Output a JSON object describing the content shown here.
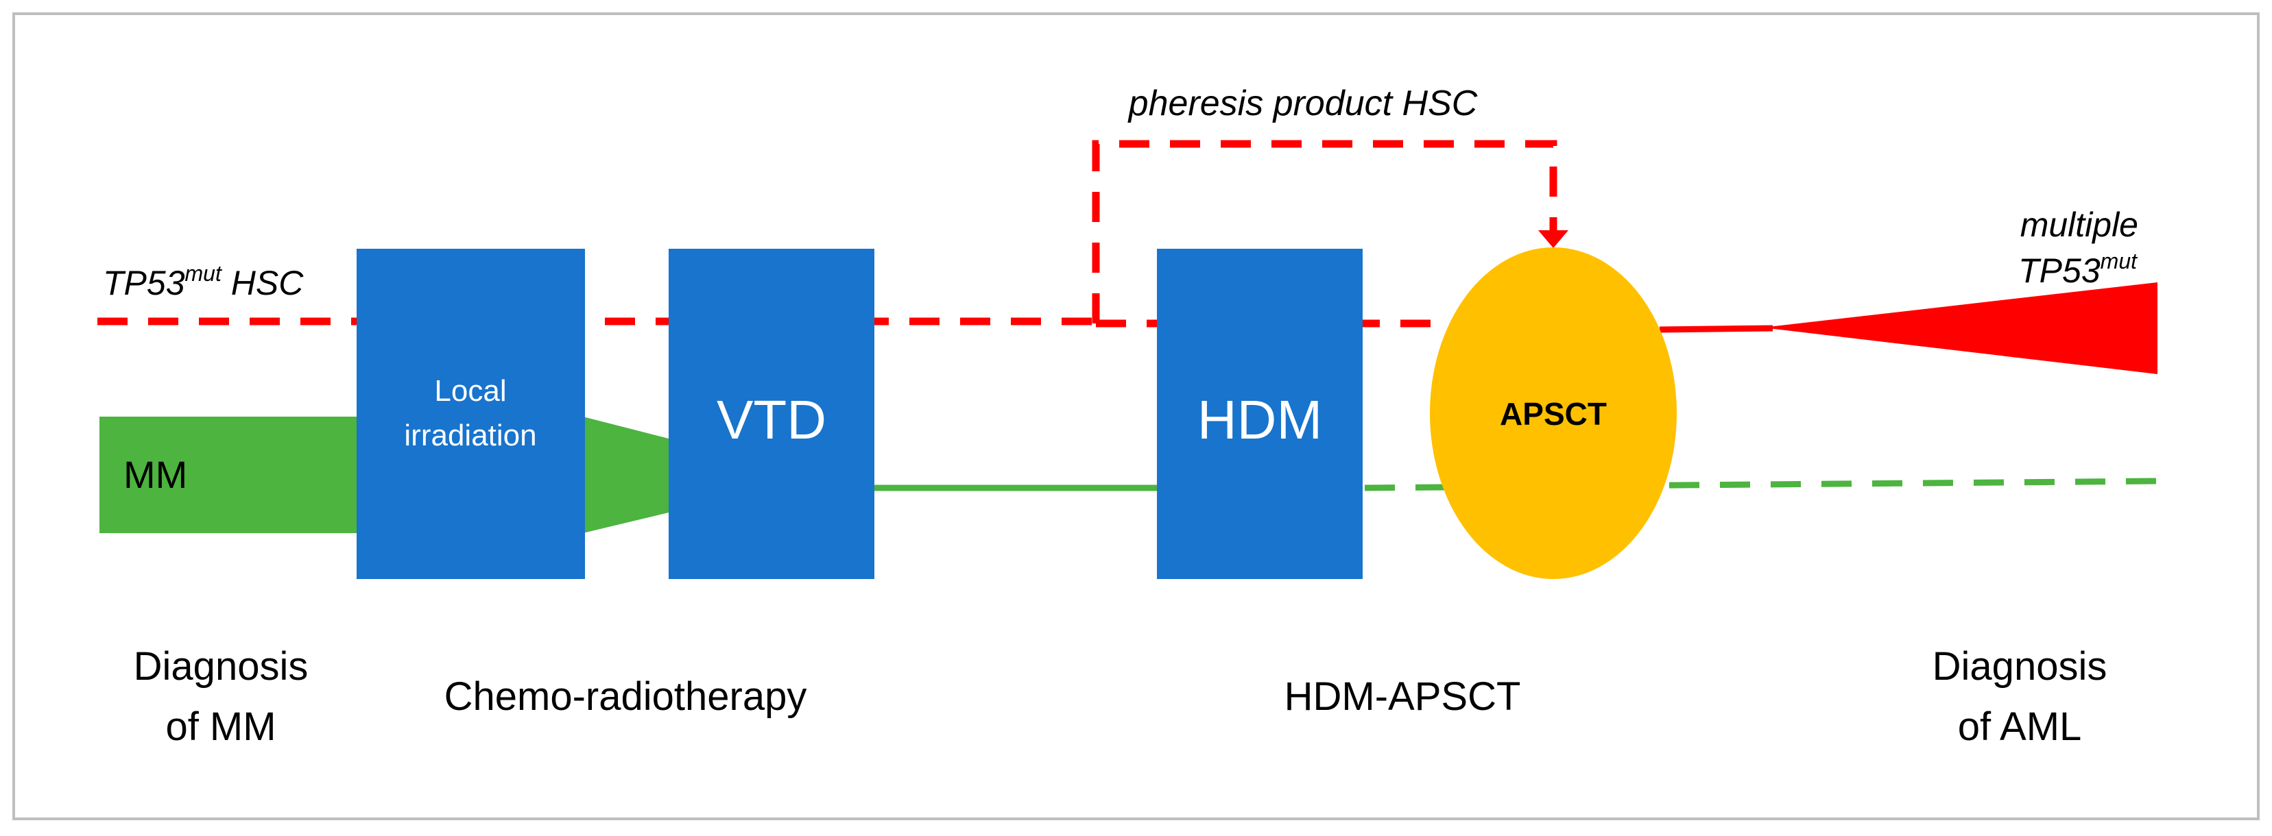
{
  "labels": {
    "tp53_hsc_prefix": "TP53",
    "tp53_hsc_sup": "mut",
    "tp53_hsc_suffix": " HSC",
    "pheresis": "pheresis product HSC",
    "multiple": "multiple",
    "multiple_tp53": "TP53",
    "multiple_tp53_sup": "mut",
    "mm_bar": "MM"
  },
  "boxes": {
    "local_line1": "Local",
    "local_line2": "irradiation",
    "vtd": "VTD",
    "hdm": "HDM",
    "apsct": "APSCT"
  },
  "stages": {
    "diag_mm_line1": "Diagnosis",
    "diag_mm_line2": "of MM",
    "chemo": "Chemo-radiotherapy",
    "hdm_apsct": "HDM-APSCT",
    "diag_aml_line1": "Diagnosis",
    "diag_aml_line2": "of AML"
  },
  "colors": {
    "red": "#ff0000",
    "green": "#4cb43f",
    "blue": "#1874cd",
    "gold": "#ffc000",
    "frame": "#bfbfbf"
  }
}
